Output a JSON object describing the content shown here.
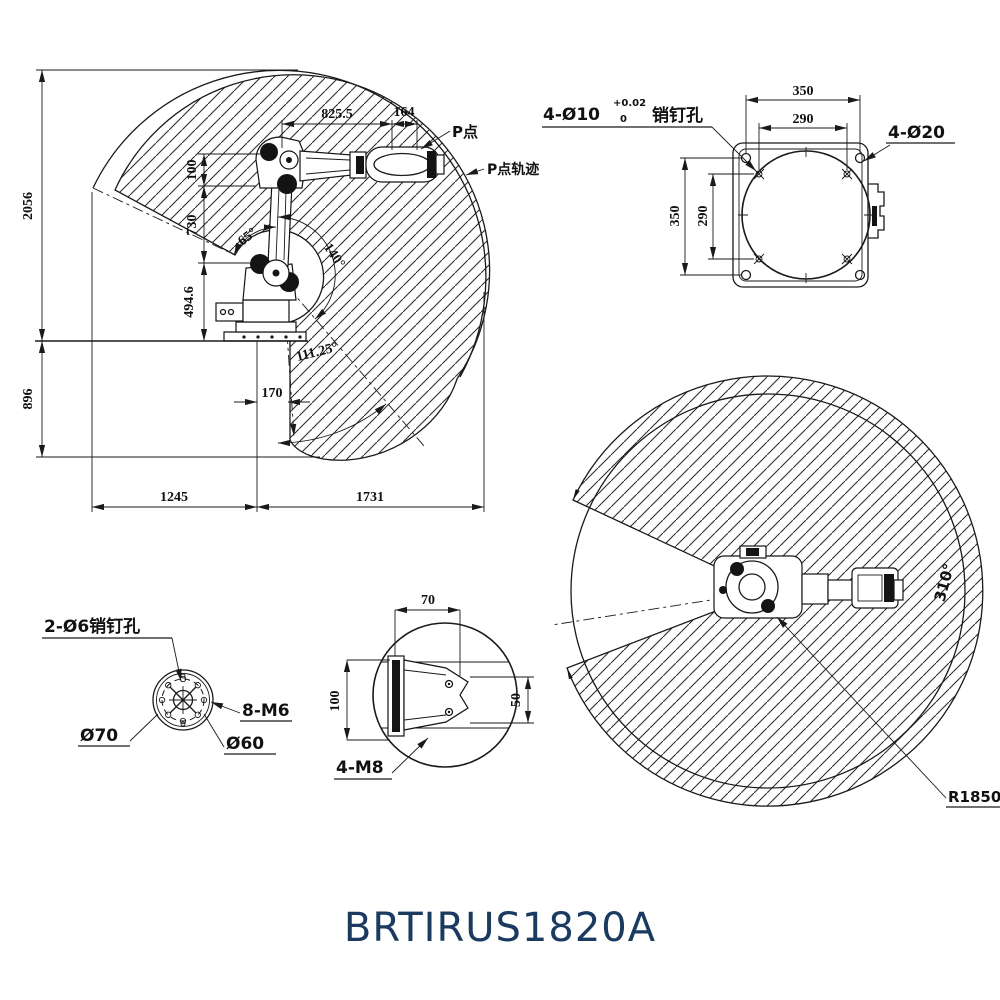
{
  "title": "BRTIRUS1820A",
  "side": {
    "d2056": "2056",
    "d896": "896",
    "d1245": "1245",
    "d1731": "1731",
    "d825": "825.5",
    "d164": "164",
    "d100": "100",
    "d730": "730",
    "d494": "494.6",
    "d170": "170",
    "a65": "65°",
    "a140": "140°",
    "a111": "111.25°",
    "p_point": "P点",
    "p_track": "P点轨迹"
  },
  "plate": {
    "w350": "350",
    "w290": "290",
    "h350": "350",
    "h290": "290",
    "pin_note": "4-Ø10",
    "tol_up": "+0.02",
    "tol_dn": "0",
    "pin_suffix": "销钉孔",
    "corner": "4-Ø20"
  },
  "flange": {
    "pin": "2-Ø6销钉孔",
    "tap": "8-M6",
    "d70": "Ø70",
    "d60": "Ø60"
  },
  "bracket": {
    "w70": "70",
    "h100": "100",
    "s50": "50",
    "tap": "4-M8"
  },
  "top": {
    "sweep": "310°",
    "radius": "R1850"
  },
  "colors": {
    "ink": "#1a1a1a",
    "brand": "#1b3a60"
  }
}
